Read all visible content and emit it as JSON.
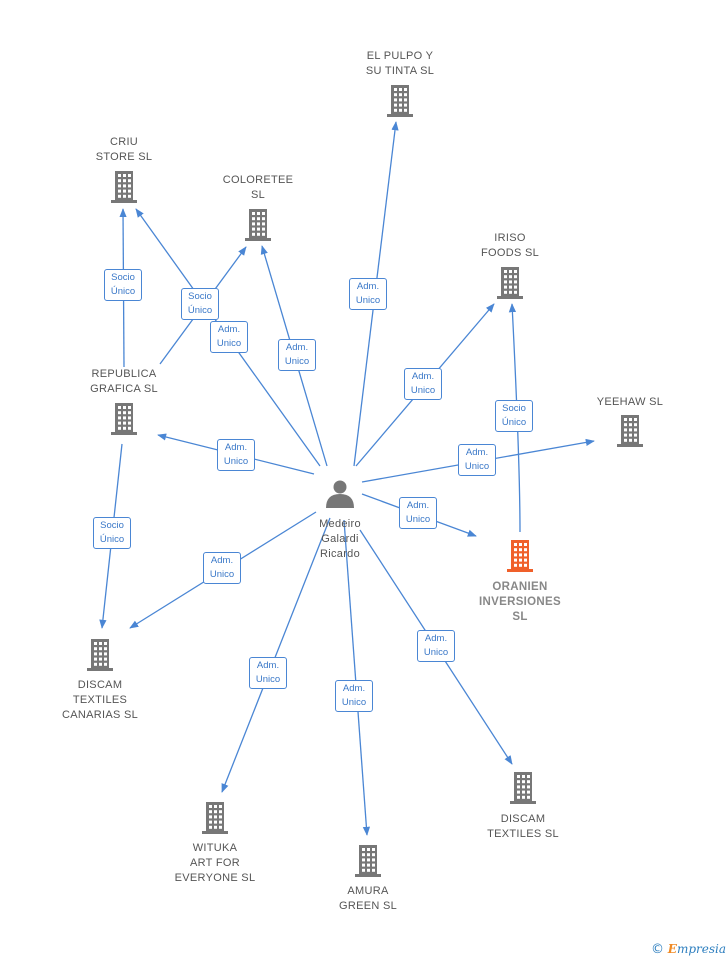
{
  "colors": {
    "company": "#777777",
    "main_company": "#f0602a",
    "person": "#777777",
    "edge": "#4a86d4"
  },
  "nodes": [
    {
      "id": "person",
      "type": "person",
      "label": "Medeiro\nGalardi\nRicardo"
    },
    {
      "id": "oranien",
      "type": "main-company",
      "label": "ORANIEN\nINVERSIONES\nSL"
    },
    {
      "id": "pulpo",
      "type": "company",
      "label": "EL PULPO Y\nSU TINTA  SL"
    },
    {
      "id": "criu",
      "type": "company",
      "label": "CRIU\nSTORE  SL"
    },
    {
      "id": "coloretee",
      "type": "company",
      "label": "COLORETEE\nSL"
    },
    {
      "id": "iriso",
      "type": "company",
      "label": "IRISO\nFOODS  SL"
    },
    {
      "id": "republica",
      "type": "company",
      "label": "REPUBLICA\nGRAFICA SL"
    },
    {
      "id": "yeehaw",
      "type": "company",
      "label": "YEEHAW  SL"
    },
    {
      "id": "discam_canarias",
      "type": "company",
      "label": "DISCAM\nTEXTILES\nCANARIAS  SL"
    },
    {
      "id": "wituka",
      "type": "company",
      "label": "WITUKA\nART FOR\nEVERYONE  SL"
    },
    {
      "id": "amura",
      "type": "company",
      "label": "AMURA\nGREEN  SL"
    },
    {
      "id": "discam",
      "type": "company",
      "label": "DISCAM\nTEXTILES  SL"
    }
  ],
  "edges": [
    {
      "from": "person",
      "to": "pulpo",
      "label": "Adm.\nUnico"
    },
    {
      "from": "person",
      "to": "coloretee",
      "label": "Adm.\nUnico"
    },
    {
      "from": "person",
      "to": "criu",
      "label": "Adm.\nUnico"
    },
    {
      "from": "person",
      "to": "iriso",
      "label": "Adm.\nUnico"
    },
    {
      "from": "person",
      "to": "republica",
      "label": "Adm.\nUnico"
    },
    {
      "from": "person",
      "to": "yeehaw",
      "label": "Adm.\nUnico"
    },
    {
      "from": "person",
      "to": "oranien",
      "label": "Adm.\nUnico"
    },
    {
      "from": "person",
      "to": "discam_canarias",
      "label": "Adm.\nUnico"
    },
    {
      "from": "person",
      "to": "wituka",
      "label": "Adm.\nUnico"
    },
    {
      "from": "person",
      "to": "amura",
      "label": "Adm.\nUnico"
    },
    {
      "from": "person",
      "to": "discam",
      "label": "Adm.\nUnico"
    },
    {
      "from": "republica",
      "to": "criu",
      "label": "Socio\nÚnico"
    },
    {
      "from": "republica",
      "to": "coloretee",
      "label": "Socio\nÚnico"
    },
    {
      "from": "republica",
      "to": "discam_canarias",
      "label": "Socio\nÚnico"
    },
    {
      "from": "oranien",
      "to": "iriso",
      "label": "Socio\nÚnico"
    }
  ],
  "footer": {
    "copyright_symbol": "©",
    "brand_initial": "E",
    "brand_rest": "mpresia"
  }
}
